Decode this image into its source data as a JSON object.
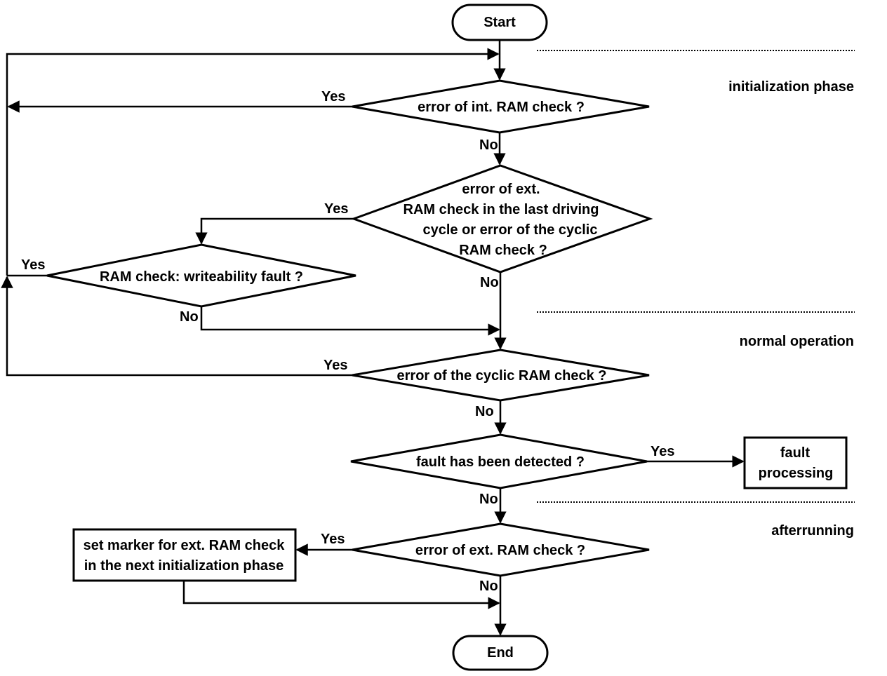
{
  "phases": {
    "initialization": "initialization phase",
    "normal": "normal operation",
    "afterrunning": "afterrunning"
  },
  "nodes": {
    "start": "Start",
    "end": "End",
    "int_ram_check": "error of int. RAM check ?",
    "ext_ram_check_lines": [
      "error of ext.",
      "RAM check in the last driving",
      "cycle or error of the cyclic",
      "RAM check ?"
    ],
    "writeability_fault": "RAM check: writeability fault ?",
    "cyclic_ram_check": "error of the cyclic RAM check ?",
    "fault_detected": "fault has been detected ?",
    "fault_processing_lines": [
      "fault",
      "processing"
    ],
    "ext_ram_check_after": "error of ext. RAM check ?",
    "set_marker_lines": [
      "set marker for ext. RAM check",
      "in the next  initialization phase"
    ]
  },
  "labels": {
    "yes": "Yes",
    "no": "No"
  }
}
